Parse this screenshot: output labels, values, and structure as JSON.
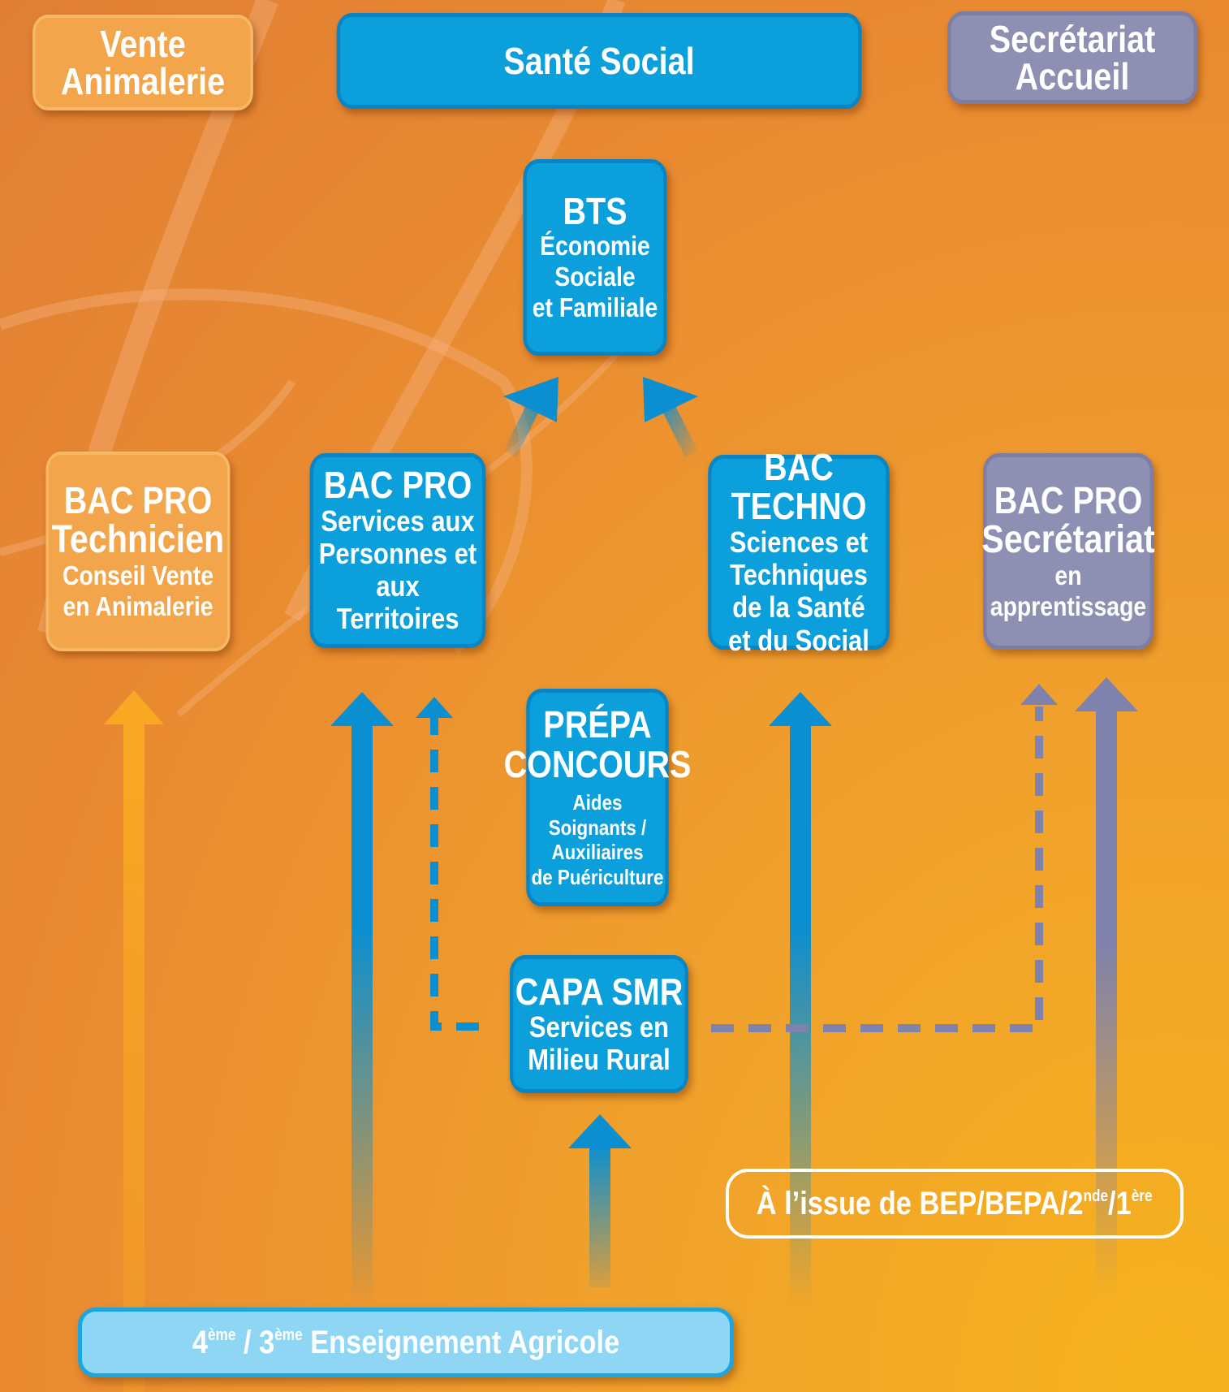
{
  "headers": {
    "vente_animalerie": "Vente Animalerie",
    "sante_social": "Santé Social",
    "secretariat_accueil": "Secrétariat Accueil"
  },
  "bts": {
    "title": "BTS",
    "line1": "Économie",
    "line2": "Sociale",
    "line3": "et Familiale"
  },
  "bac_pro_technicien": {
    "title": "BAC PRO",
    "subtitle": "Technicien",
    "line1": "Conseil Vente",
    "line2": "en Animalerie"
  },
  "bac_pro_services": {
    "title": "BAC PRO",
    "line1": "Services aux",
    "line2": "Personnes et",
    "line3": "aux Territoires"
  },
  "bac_techno": {
    "title": "BAC TECHNO",
    "line1": "Sciences et",
    "line2": "Techniques",
    "line3": "de la Santé",
    "line4": "et du Social"
  },
  "bac_pro_secretariat": {
    "title": "BAC PRO",
    "subtitle": "Secrétariat",
    "line1": "en apprentissage"
  },
  "prepa": {
    "title1": "PRÉPA",
    "title2": "CONCOURS",
    "line1": "Aides Soignants /",
    "line2": "Auxiliaires",
    "line3": "de Puériculture"
  },
  "capa": {
    "title": "CAPA SMR",
    "line1": "Services en",
    "line2": "Milieu Rural"
  },
  "issue": {
    "prefix": "À l’issue de BEP/BEPA/2",
    "sup1": "nde",
    "mid": "/1",
    "sup2": "ère"
  },
  "bottom": {
    "n1": "4",
    "sup1": "ème",
    "mid": " / 3",
    "sup2": "ème",
    "rest": " Enseignement Agricole"
  },
  "colors": {
    "blue": "#0ba0dc",
    "orange": "#f2a54a",
    "grey": "#8d8fb3",
    "light_blue": "#8fd6f5",
    "background": "#e98a31"
  }
}
